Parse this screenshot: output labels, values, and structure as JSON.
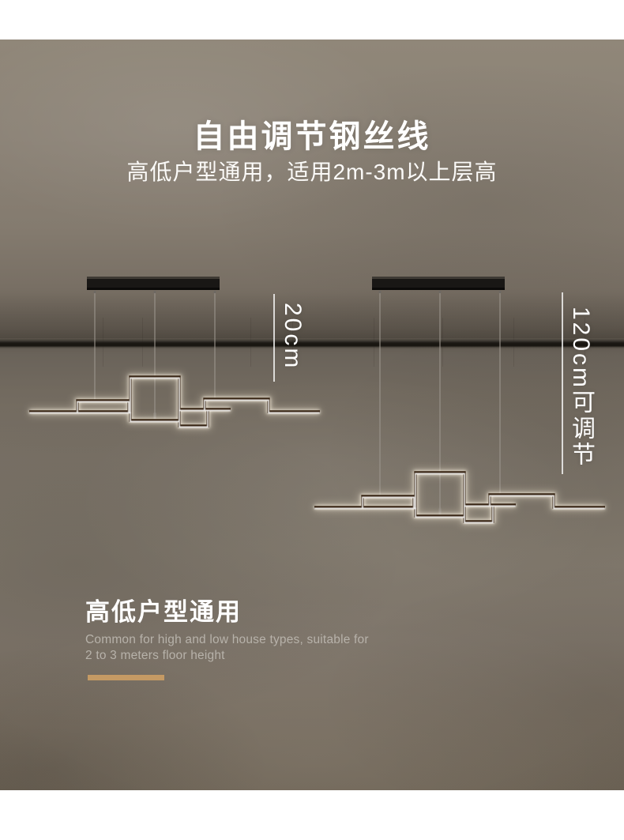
{
  "hero": {
    "title": "自由调节钢丝线",
    "subtitle": "高低户型通用，适用2m-3m以上层高"
  },
  "measurements": {
    "left": {
      "label": "20cm"
    },
    "right": {
      "label": "120cm可调节"
    }
  },
  "feature": {
    "heading": "高低户型通用",
    "line1": "Common for high and low house types, suitable for",
    "line2": "2 to 3 meters floor height"
  },
  "colors": {
    "accent_gold": "#c59a64",
    "wall_base": "#7e766a",
    "text_white": "#ffffff",
    "text_muted": "#b7b2aa",
    "led_glow": "#fff3dc",
    "lamp_frame": "#33200f",
    "canopy_black": "#191715",
    "wire_gray": "#9b958d"
  }
}
